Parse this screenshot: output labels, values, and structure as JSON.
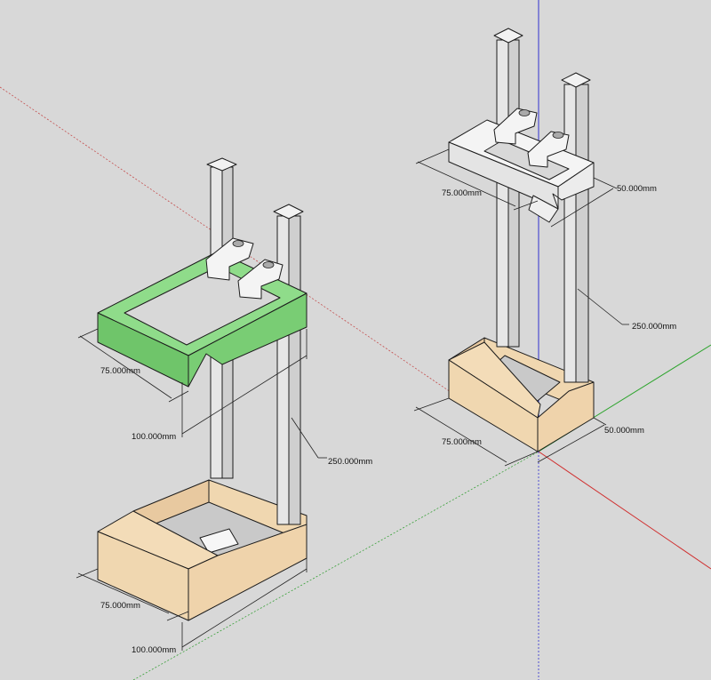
{
  "colors": {
    "background": "#d8d8d8",
    "selected_part": "#7ed37a",
    "wood_part": "#f0d7b0",
    "clamp_part": "#f2f2f2",
    "rail_part": "#dcdcdc",
    "axis_red": "#d03030",
    "axis_green": "#2fa52f",
    "axis_blue": "#3030d0"
  },
  "dimensions": {
    "left_top_width": "75.000mm",
    "left_top_depth": "100.000mm",
    "left_rail_height": "250.000mm",
    "left_base_width": "75.000mm",
    "left_base_depth": "100.000mm",
    "right_top_width": "75.000mm",
    "right_top_depth": "50.000mm",
    "right_rail_height": "250.000mm",
    "right_base_width": "75.000mm",
    "right_base_depth": "50.000mm"
  }
}
